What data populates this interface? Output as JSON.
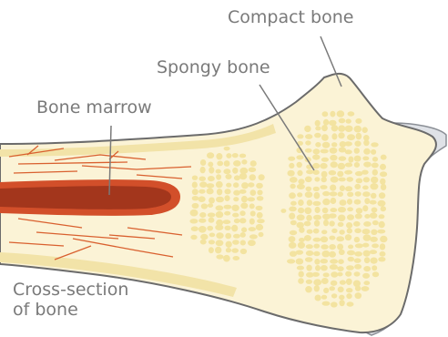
{
  "labels": {
    "compact_bone": "Compact bone",
    "spongy_bone": "Spongy bone",
    "bone_marrow": "Bone marrow",
    "cross_section_line1": "Cross-section",
    "cross_section_line2": "of bone"
  },
  "colors": {
    "bone_fill": "#fbf3d6",
    "bone_outline": "#6b6b6b",
    "compact_band": "#f2e3a8",
    "spongy_dots": "#f3e3a0",
    "marrow_outer": "#d24f2a",
    "marrow_inner": "#a3361c",
    "vessels": "#d9602f",
    "cartilage": "#d9dde3",
    "label_text": "#7a7a7a",
    "leader_lines": "#7a7a7a"
  }
}
